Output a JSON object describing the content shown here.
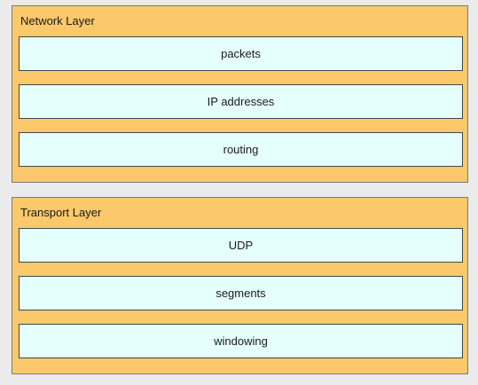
{
  "layers": [
    {
      "title": "Network Layer",
      "items": [
        "packets",
        "IP addresses",
        "routing"
      ]
    },
    {
      "title": "Transport Layer",
      "items": [
        "UDP",
        "segments",
        "windowing"
      ]
    }
  ],
  "colors": {
    "background": "#ebebeb",
    "panel": "#fbc96b",
    "panel_border": "#7a7a7a",
    "item": "#e5ffff",
    "item_border": "#3f4a4a"
  }
}
